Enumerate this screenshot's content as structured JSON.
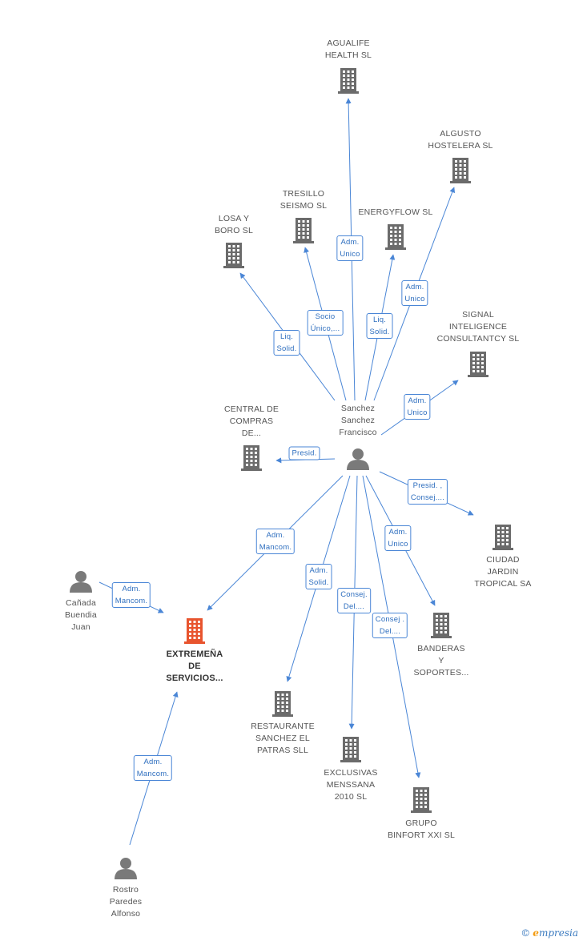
{
  "colors": {
    "edge": "#4a86d6",
    "company": "#6b6b6b",
    "highlight": "#e8542e",
    "person": "#7a7a7a"
  },
  "nodes": [
    {
      "id": "agualife",
      "type": "company",
      "label": [
        "AGUALIFE",
        "HEALTH SL"
      ]
    },
    {
      "id": "algusto",
      "type": "company",
      "label": [
        "ALGUSTO",
        "HOSTELERA SL"
      ]
    },
    {
      "id": "tresillo",
      "type": "company",
      "label": [
        "TRESILLO",
        "SEISMO SL"
      ]
    },
    {
      "id": "energyflow",
      "type": "company",
      "label": [
        "ENERGYFLOW SL"
      ]
    },
    {
      "id": "losa",
      "type": "company",
      "label": [
        "LOSA Y",
        "BORO SL"
      ]
    },
    {
      "id": "signal",
      "type": "company",
      "label": [
        "SIGNAL",
        "INTELIGENCE",
        "CONSULTANTCY SL"
      ]
    },
    {
      "id": "central",
      "type": "company",
      "label": [
        "CENTRAL DE",
        "COMPRAS",
        "DE..."
      ]
    },
    {
      "id": "sanchez",
      "type": "person",
      "label": [
        "Sanchez",
        "Sanchez",
        "Francisco"
      ]
    },
    {
      "id": "ciudad",
      "type": "company",
      "label": [
        "CIUDAD",
        "JARDIN",
        "TROPICAL SA"
      ]
    },
    {
      "id": "canada",
      "type": "person",
      "label": [
        "Cañada",
        "Buendia",
        "Juan"
      ]
    },
    {
      "id": "extremena",
      "type": "main",
      "label": [
        "EXTREMEÑA",
        "DE",
        "SERVICIOS..."
      ]
    },
    {
      "id": "banderas",
      "type": "company",
      "label": [
        "BANDERAS",
        "Y",
        "SOPORTES..."
      ]
    },
    {
      "id": "restaurante",
      "type": "company",
      "label": [
        "RESTAURANTE",
        "SANCHEZ EL",
        "PATRAS SLL"
      ]
    },
    {
      "id": "exclusivas",
      "type": "company",
      "label": [
        "EXCLUSIVAS",
        "MENSSANA",
        "2010 SL"
      ]
    },
    {
      "id": "grupo",
      "type": "company",
      "label": [
        "GRUPO",
        "BINFORT XXI SL"
      ]
    },
    {
      "id": "rostro",
      "type": "person",
      "label": [
        "Rostro",
        "Paredes",
        "Alfonso"
      ]
    }
  ],
  "edges": [
    {
      "from": "sanchez",
      "to": "agualife",
      "label": [
        "Adm.",
        "Unico"
      ]
    },
    {
      "from": "sanchez",
      "to": "algusto",
      "label": [
        "Adm.",
        "Unico"
      ]
    },
    {
      "from": "sanchez",
      "to": "tresillo",
      "label": [
        "Socio",
        "Único,..."
      ]
    },
    {
      "from": "sanchez",
      "to": "energyflow",
      "label": [
        "Liq.",
        "Solid."
      ]
    },
    {
      "from": "sanchez",
      "to": "losa",
      "label": [
        "Liq.",
        "Solid."
      ]
    },
    {
      "from": "sanchez",
      "to": "signal",
      "label": [
        "Adm.",
        "Unico"
      ]
    },
    {
      "from": "sanchez",
      "to": "central",
      "label": [
        "Presid."
      ]
    },
    {
      "from": "sanchez",
      "to": "ciudad",
      "label": [
        "Presid. ,",
        "Consej...."
      ]
    },
    {
      "from": "sanchez",
      "to": "banderas",
      "label": [
        "Adm.",
        "Unico"
      ]
    },
    {
      "from": "sanchez",
      "to": "extremena",
      "label": [
        "Adm.",
        "Mancom."
      ]
    },
    {
      "from": "sanchez",
      "to": "restaurante",
      "label": [
        "Adm.",
        "Solid."
      ]
    },
    {
      "from": "sanchez",
      "to": "exclusivas",
      "label": [
        "Consej.",
        "Del...."
      ]
    },
    {
      "from": "sanchez",
      "to": "grupo",
      "label": [
        "Consej .",
        "Del...."
      ]
    },
    {
      "from": "canada",
      "to": "extremena",
      "label": [
        "Adm.",
        "Mancom."
      ]
    },
    {
      "from": "rostro",
      "to": "extremena",
      "label": [
        "Adm.",
        "Mancom."
      ]
    }
  ],
  "brand": {
    "copyright": "©",
    "initial": "e",
    "name": "mpresia"
  }
}
